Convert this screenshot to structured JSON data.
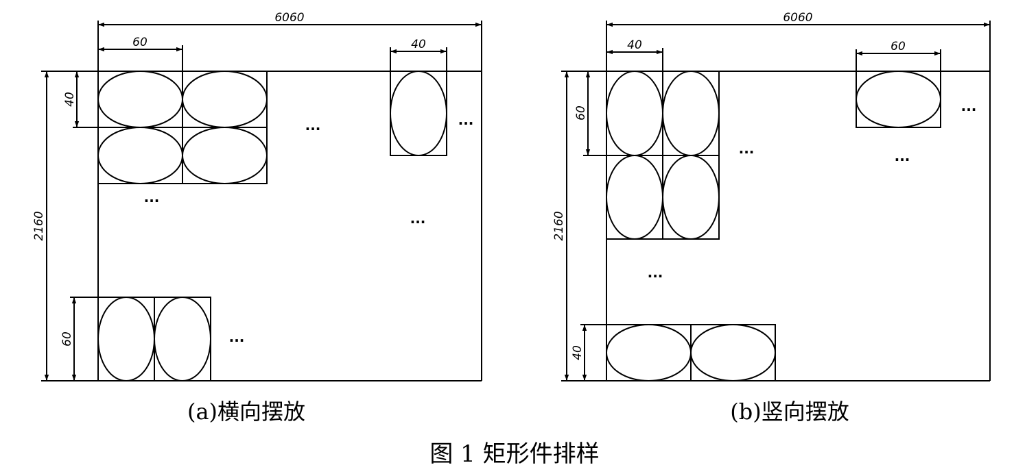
{
  "figure": {
    "caption": "图 1 矩形件排样"
  },
  "panel_a": {
    "caption": "(a)横向摆放",
    "sheet_width_label": "6060",
    "sheet_height_label": "2160",
    "cell_top_width_label": "60",
    "cell_top_height_label": "40",
    "cell_right_width_label": "40",
    "cell_bottom_height_label": "60",
    "ellipsis": "..."
  },
  "panel_b": {
    "caption": "(b)竖向摆放",
    "sheet_width_label": "6060",
    "sheet_height_label": "2160",
    "cell_top_width_label": "40",
    "cell_top_height_label": "60",
    "cell_right_width_label": "60",
    "cell_bottom_height_label": "40",
    "ellipsis": "..."
  }
}
